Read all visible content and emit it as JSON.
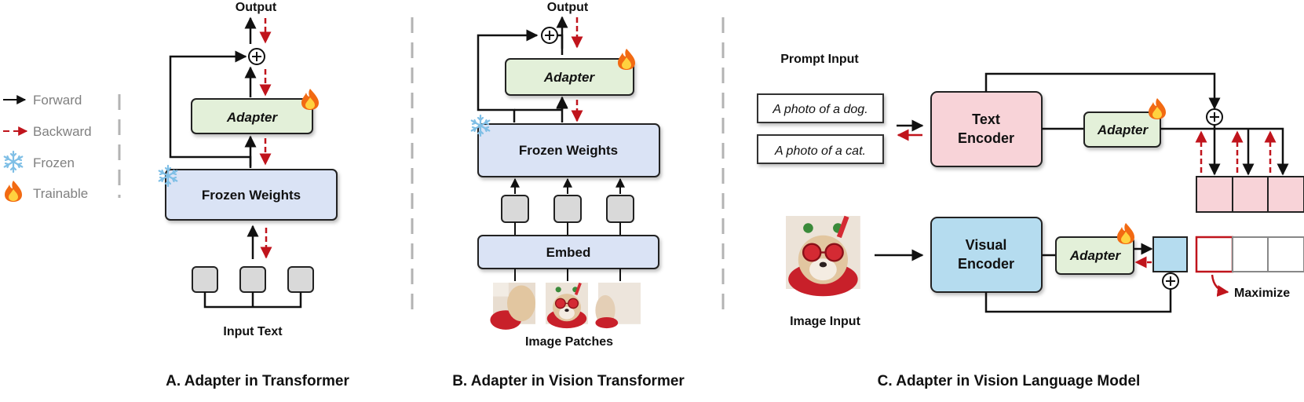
{
  "legend": {
    "forward": "Forward",
    "backward": "Backward",
    "frozen": "Frozen",
    "trainable": "Trainable"
  },
  "panel_a": {
    "output": "Output",
    "adapter": "Adapter",
    "frozen_weights": "Frozen Weights",
    "input": "Input Text",
    "caption": "A. Adapter in Transformer"
  },
  "panel_b": {
    "output": "Output",
    "adapter": "Adapter",
    "frozen_weights": "Frozen Weights",
    "embed": "Embed",
    "input": "Image Patches",
    "caption": "B. Adapter in Vision Transformer"
  },
  "panel_c": {
    "prompt_input": "Prompt Input",
    "prompt_1": "A photo of a dog.",
    "prompt_2": "A photo of a cat.",
    "text_encoder_line1": "Text",
    "text_encoder_line2": "Encoder",
    "text_adapter": "Adapter",
    "visual_encoder_line1": "Visual",
    "visual_encoder_line2": "Encoder",
    "visual_adapter": "Adapter",
    "image_input": "Image Input",
    "maximize": "Maximize",
    "caption": "C. Adapter in Vision Language Model"
  },
  "colors": {
    "forward_arrow": "#111111",
    "backward_arrow": "#c0141c",
    "adapter_fill": "#e3f0d9",
    "frozen_fill": "#dae3f5",
    "text_encoder_fill": "#f8d3d8",
    "visual_encoder_fill": "#b5dcef",
    "text_feature_fill": "#f8d3d8",
    "image_feature_fill": "#b5dcef",
    "token_fill": "#d9d9d9",
    "divider": "#b3b3b3"
  }
}
